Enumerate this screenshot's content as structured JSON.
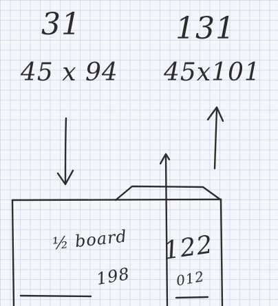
{
  "sketch": {
    "left_column": {
      "number": "31",
      "dimensions": "45 x 94",
      "arrow": "arrow-down-icon"
    },
    "right_column": {
      "number": "131",
      "dimensions": "45x101",
      "arrow": "arrow-up-icon"
    },
    "box": {
      "note": "½ board",
      "measure_left": "198",
      "measure_right_top": "122",
      "measure_right_bottom": "012"
    },
    "colors": {
      "paper": "#f4f6fb",
      "grid": "#96aad7",
      "ink": "#2c2c2c"
    }
  }
}
